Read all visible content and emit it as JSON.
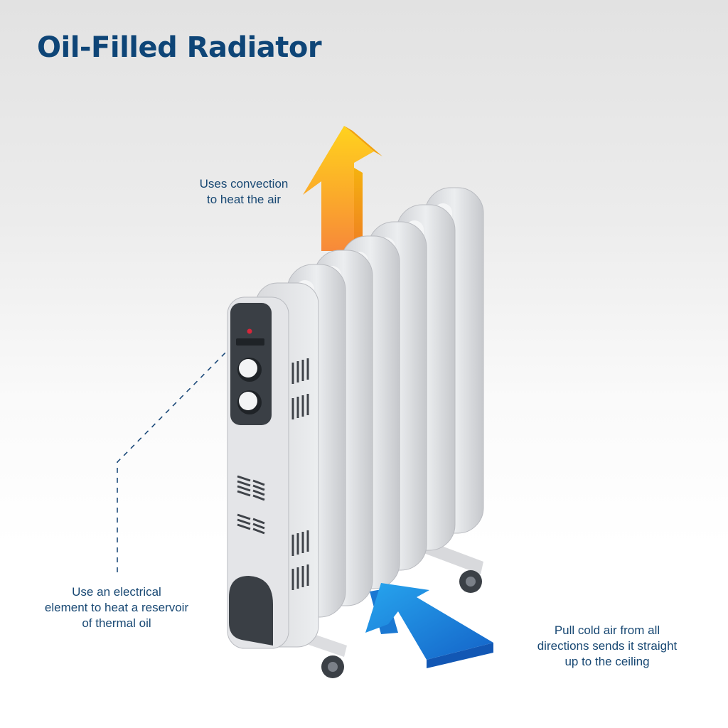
{
  "title": "Oil-Filled Radiator",
  "callouts": {
    "convection": {
      "lines": [
        "Uses convection",
        "to heat the air"
      ]
    },
    "electrical": {
      "lines": [
        "Use an electrical",
        "element to heat a reservoir",
        "of thermal oil"
      ]
    },
    "cold_air": {
      "lines": [
        "Pull cold air from all",
        "directions sends it straight",
        "up to the ceiling"
      ]
    }
  },
  "colors": {
    "title": "#0e4577",
    "label": "#184873",
    "hot_arrow_top": "#ffd21e",
    "hot_arrow_bottom": "#f7893a",
    "cold_arrow": "#1c8fe3",
    "radiator_body": "#e4e5e8",
    "control_panel": "#3a3f45"
  }
}
